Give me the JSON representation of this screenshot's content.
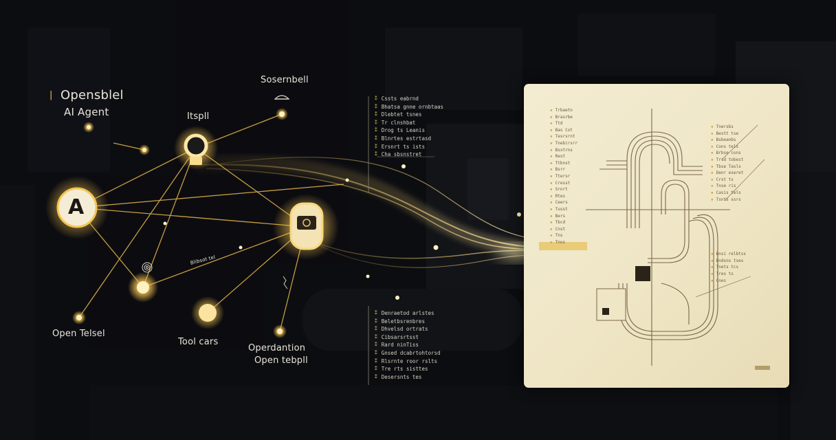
{
  "labels": {
    "title_line1": "Opensblel",
    "title_line2": "AI Agent",
    "top_label": "Sosernbell",
    "center_label": "Itspll",
    "left_node_letter": "A",
    "bottom_left": "Open Telsel",
    "bottom_mid": "Tool cars",
    "bottom_right_line1": "Operdantion",
    "bottom_right_line2": "Open tebpll",
    "edge_label": "Blibsot tel"
  },
  "notes_top": [
    "Cssts eabrnd",
    "Bhatsa gnne ornbtaas",
    "Dlebtet tsnes",
    "Tr clnshbat",
    "Drog ts Leanis",
    "Blnrtes estrtasd",
    "Ersnrt ts ists",
    "Cha sbsnstret"
  ],
  "notes_bottom": [
    "Denraetod arlstes",
    "Beletbsrenbres",
    "Dhvelsd ortrats",
    "Cibsarsrtsst",
    "Rard ninTiss",
    "Gnsed dcabrtohtorsd",
    "Rlsrnte roor rslts",
    "Tre rts sisttes",
    "Desersnts tes"
  ],
  "paper_left_notes": [
    "Trbaetn",
    "Brasrbe",
    "Ttd",
    "Bas Cot",
    "Tesrsrnt",
    "Tnebirsrr",
    "Bsstrns",
    "Rest",
    "Ttbnst",
    "Bsrr",
    "Ttersr",
    "Cresst",
    "Srnrt",
    "Rtes",
    "Ceers",
    "Tusst",
    "Bers",
    "Tbcd",
    "Cnst",
    "Tns",
    "Tnos"
  ],
  "paper_right_notes": [
    "Tnersbs",
    "Bestt tse",
    "Bsbeanbs",
    "Cons tels",
    "Brbse cons",
    "Trsd tobest",
    "Tbse Tasls",
    "Denr eseret",
    "Crst ts",
    "Tnse ris",
    "Casis tels",
    "Tsnts ssrs",
    "Bnsi relbtss",
    "Bndsns tses",
    "Tnets tcs",
    "Tres ts",
    "Cnes"
  ],
  "colors": {
    "background": "#0c0d10",
    "glow": "#f5c451",
    "paper": "#f0e8cb",
    "ink": "#6a5a3a"
  }
}
